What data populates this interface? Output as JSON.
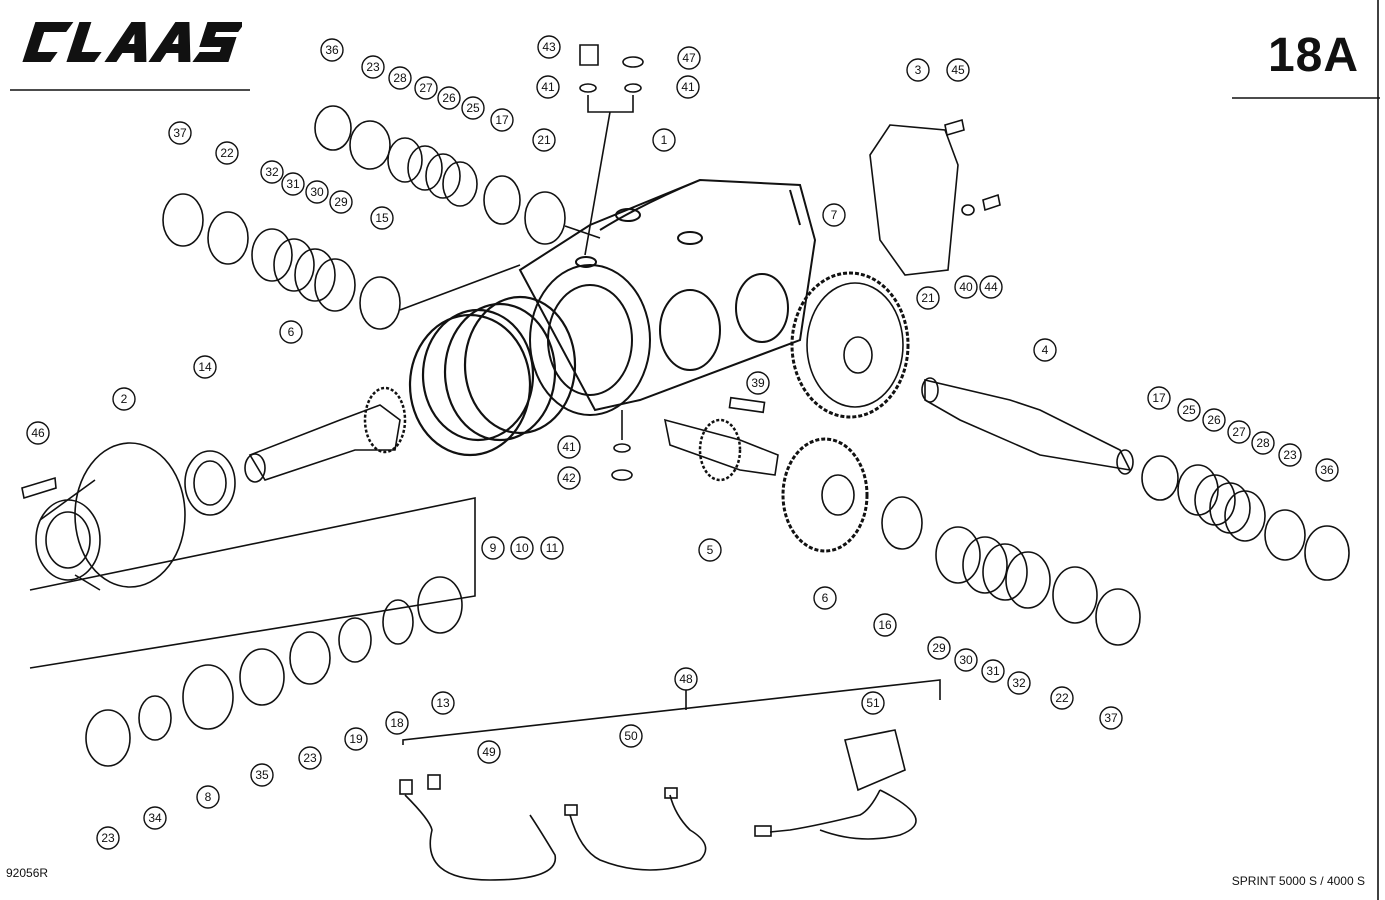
{
  "header": {
    "brand": "CLAAS",
    "page_code": "18A"
  },
  "footer": {
    "drawing_number": "92056R",
    "model": "SPRINT 5000 S / 4000 S"
  },
  "callouts": [
    "36",
    "23",
    "28",
    "27",
    "26",
    "25",
    "17",
    "21",
    "43",
    "47",
    "41",
    "41",
    "1",
    "3",
    "45",
    "37",
    "22",
    "32",
    "31",
    "30",
    "29",
    "15",
    "7",
    "40",
    "44",
    "21",
    "4",
    "6",
    "14",
    "2",
    "39",
    "46",
    "41",
    "42",
    "9",
    "10",
    "11",
    "5",
    "17",
    "25",
    "26",
    "27",
    "28",
    "23",
    "36",
    "6",
    "16",
    "29",
    "30",
    "31",
    "32",
    "22",
    "37",
    "13",
    "18",
    "19",
    "23",
    "35",
    "8",
    "34",
    "23",
    "48",
    "49",
    "50",
    "51"
  ]
}
